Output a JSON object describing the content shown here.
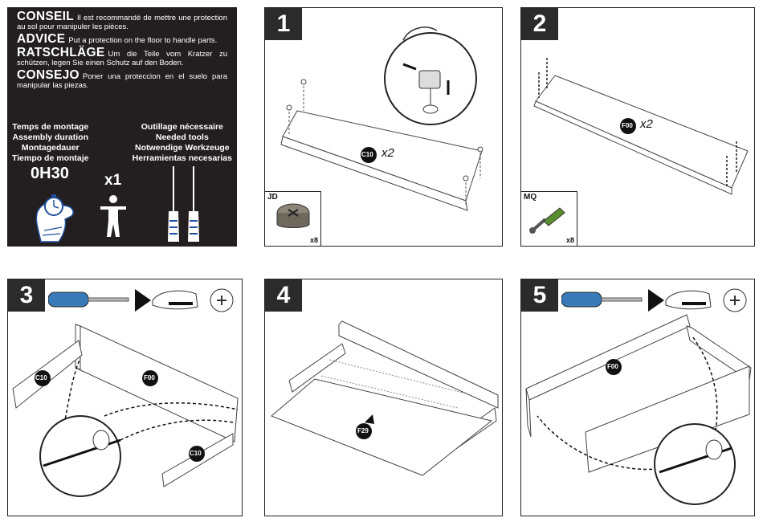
{
  "advice": {
    "lines": [
      {
        "kw": "CONSEIL",
        "text": "Il est recommandé de mettre une protection au sol pour manipuler les pièces."
      },
      {
        "kw": "ADVICE",
        "text": "Put a protection on the floor to handle parts."
      },
      {
        "kw": "RATSCHLÄGE",
        "text": "Um die Teile vom Kratzer zu schützen, legen Sie einen Schutz auf den Boden."
      },
      {
        "kw": "CONSEJO",
        "text": "Poner una proteccion en el suelo para manipular las piezas."
      }
    ],
    "time_labels": [
      "Temps de montage",
      "Assembly duration",
      "Montagedauer",
      "Tiempo de montaje"
    ],
    "tools_labels": [
      "Outillage nécessaire",
      "Needed tools",
      "Notwendige Werkzeuge",
      "Herramientas necesarias"
    ],
    "duration": "0H30",
    "persons": "x1"
  },
  "steps": [
    {
      "number": "1",
      "part": "C10",
      "qty": "x2",
      "hardware_code": "JD",
      "hardware_qty": "x8"
    },
    {
      "number": "2",
      "part": "F00",
      "qty": "x2",
      "hardware_code": "MQ",
      "hardware_qty": "x8"
    },
    {
      "number": "3",
      "parts": [
        "C10",
        "F00",
        "C10"
      ]
    },
    {
      "number": "4",
      "part": "F29"
    },
    {
      "number": "5",
      "part": "F00"
    }
  ]
}
